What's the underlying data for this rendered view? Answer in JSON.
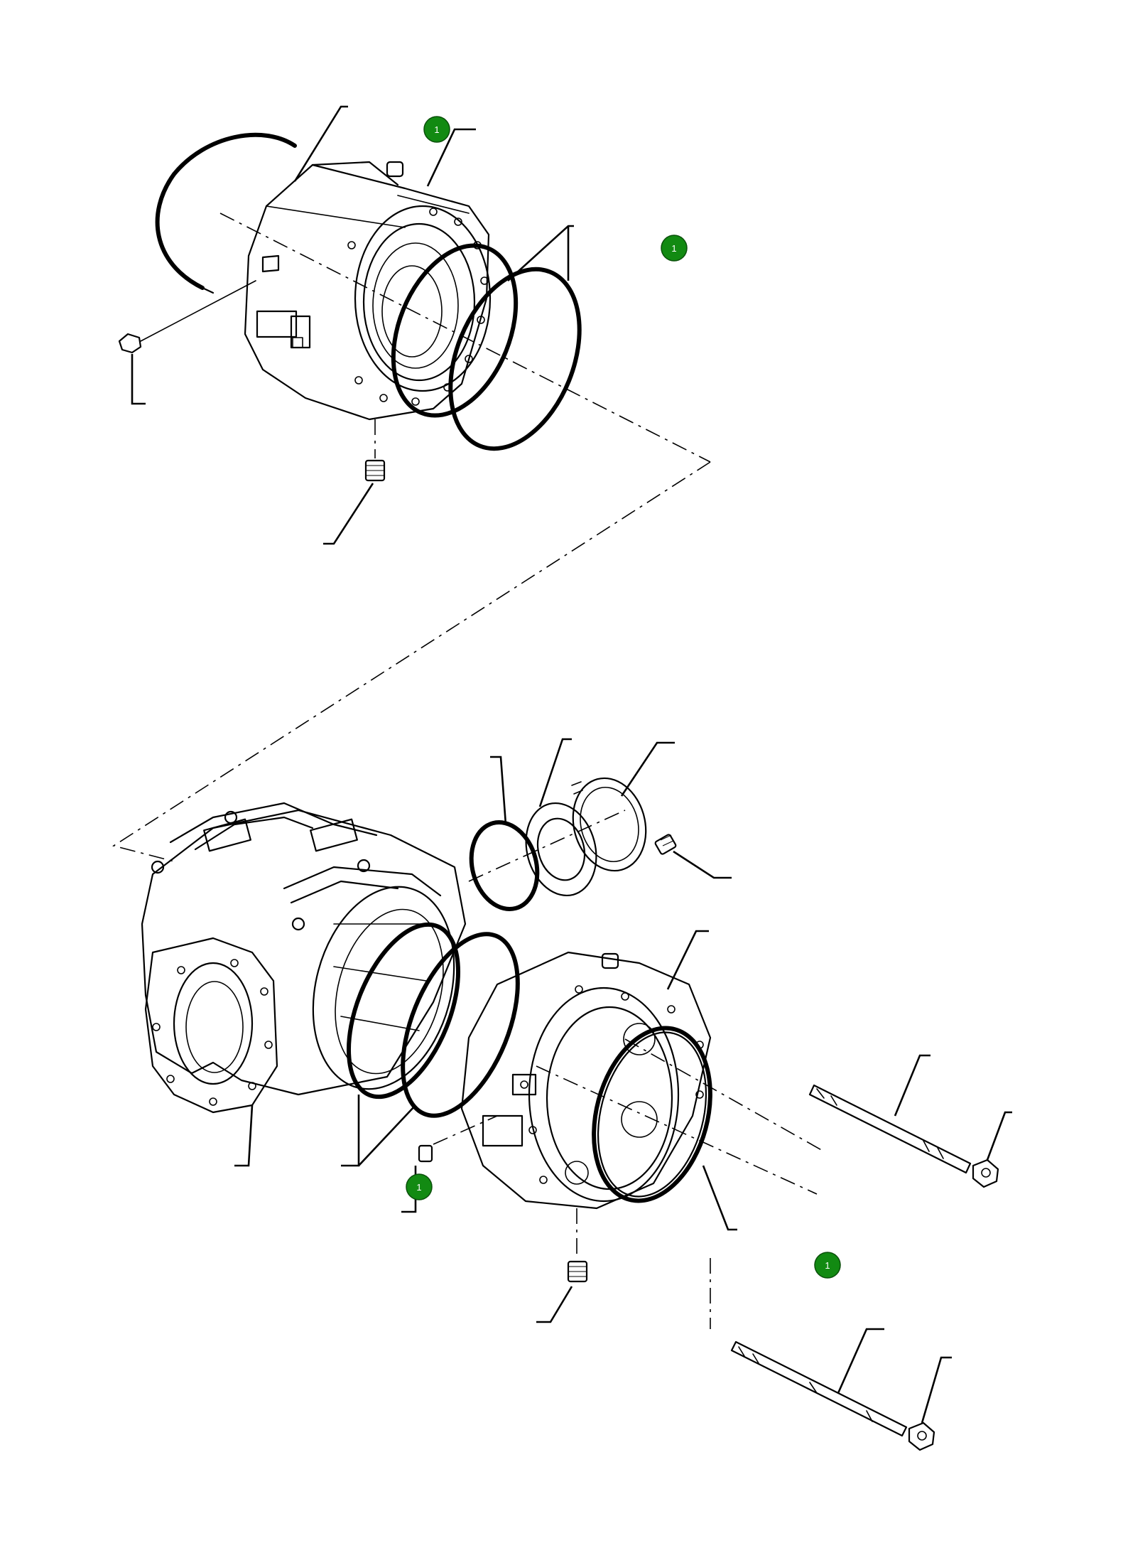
{
  "badges": [
    {
      "id": "badge-1",
      "label": "1"
    },
    {
      "id": "badge-2",
      "label": "1"
    },
    {
      "id": "badge-3",
      "label": "1"
    },
    {
      "id": "badge-4",
      "label": "1"
    }
  ],
  "colors": {
    "badge_fill": "#128a12",
    "badge_text": "#ffffff",
    "line": "#000000",
    "background": "#ffffff"
  }
}
